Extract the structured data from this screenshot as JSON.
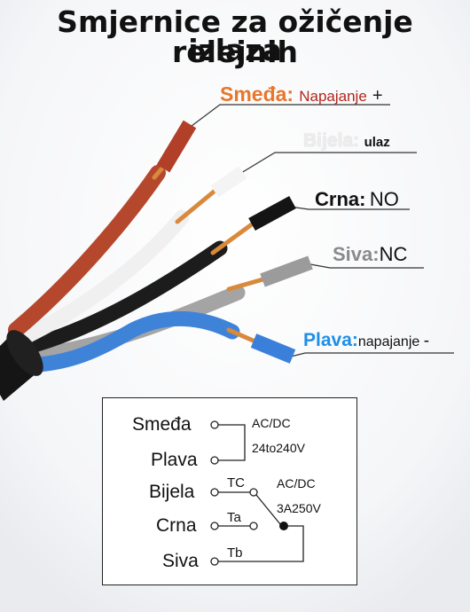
{
  "title": {
    "line1": "Smjernice za ožičenje relejnih",
    "line2": "izlaza"
  },
  "wire_labels": {
    "brown": {
      "name": "Smeđa:",
      "desc": "Napajanje",
      "mark": "+"
    },
    "white": {
      "name": "Bijela:",
      "desc": "ulaz"
    },
    "black": {
      "name": "Crna:",
      "desc": "NO"
    },
    "gray": {
      "name": "Siva:",
      "desc": "NC"
    },
    "blue": {
      "name": "Plava:",
      "desc": "napajanje",
      "mark": "-"
    }
  },
  "schematic": {
    "wires": [
      "Smeđa",
      "Plava",
      "Bijela",
      "Crna",
      "Siva"
    ],
    "power_line1": "AC/DC",
    "power_line2": "24to240V",
    "contact_line1": "AC/DC",
    "contact_line2": "3A250V",
    "tags": [
      "TC",
      "Ta",
      "Tb"
    ]
  },
  "colors": {
    "brown": "#b5472c",
    "white": "#f2f2f2",
    "black": "#1c1c1c",
    "gray": "#a9a9a9",
    "blue": "#3f83d9",
    "copper": "#d9893c"
  }
}
